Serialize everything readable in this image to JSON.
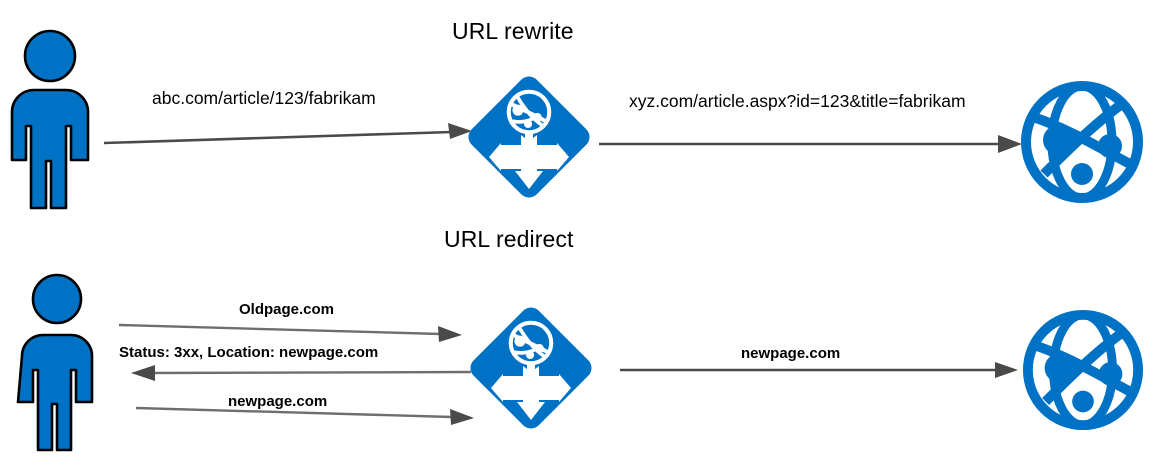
{
  "theme": {
    "azure_blue": "#0072C6",
    "arrow_gray": "#4A4A4A",
    "arrow_gray_light": "#808080",
    "outline_black": "#000000",
    "background": "#FFFFFF"
  },
  "sections": [
    {
      "id": "rewrite",
      "title": "URL rewrite",
      "left_actor": "client-user",
      "middle_node": "application-gateway",
      "right_node": "web-server",
      "flows": [
        {
          "id": "rewrite-request-in",
          "label": "abc.com/article/123/fabrikam",
          "direction": "right",
          "style": "regular"
        },
        {
          "id": "rewrite-request-out",
          "label": "xyz.com/article.aspx?id=123&title=fabrikam",
          "direction": "right",
          "style": "regular"
        }
      ]
    },
    {
      "id": "redirect",
      "title": "URL redirect",
      "left_actor": "client-user",
      "middle_node": "application-gateway",
      "right_node": "web-server",
      "flows": [
        {
          "id": "redirect-oldpage",
          "label": "Oldpage.com",
          "direction": "right",
          "style": "bold"
        },
        {
          "id": "redirect-status",
          "label": "Status: 3xx, Location: newpage.com",
          "direction": "left",
          "style": "bold"
        },
        {
          "id": "redirect-newpage-client",
          "label": "newpage.com",
          "direction": "right",
          "style": "bold"
        },
        {
          "id": "redirect-newpage-server",
          "label": "newpage.com",
          "direction": "right",
          "style": "bold"
        }
      ]
    }
  ],
  "icons": {
    "user": "person-icon",
    "gateway": "application-gateway-diamond-icon",
    "server": "globe-network-icon",
    "arrow_head": "arrowhead-icon"
  }
}
